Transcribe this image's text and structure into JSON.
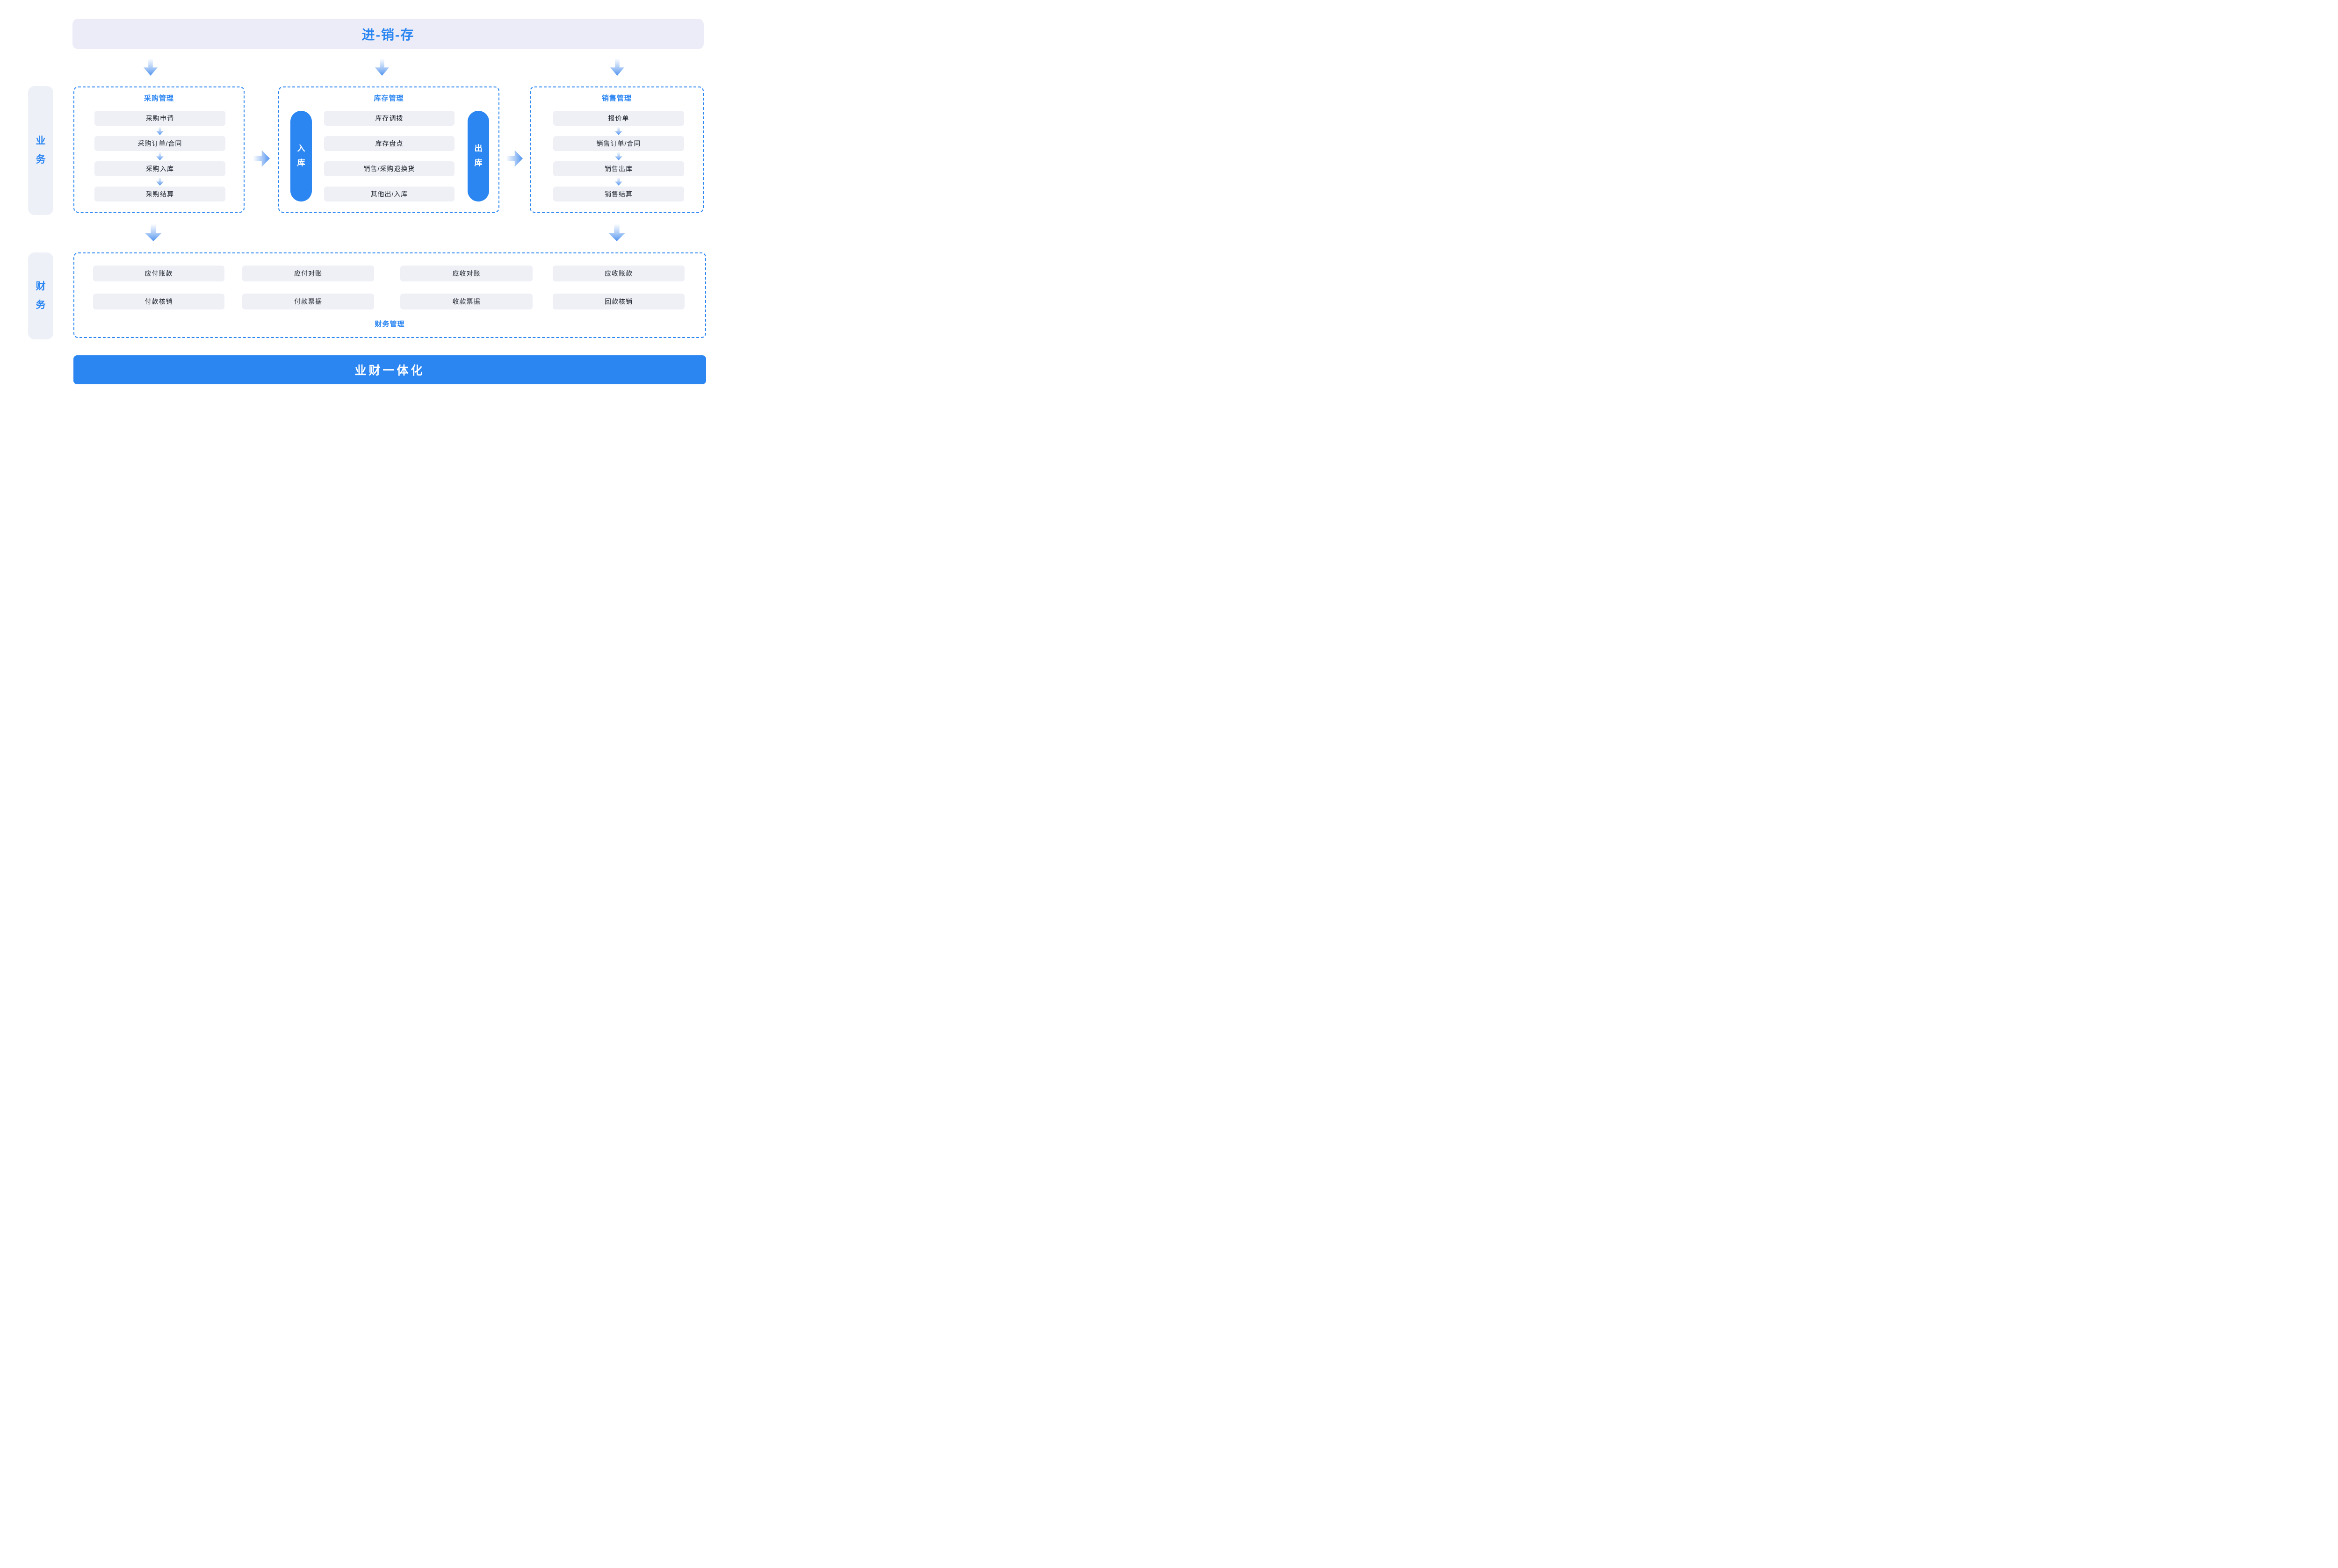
{
  "colors": {
    "accent": "#2b86f2",
    "chip_bg": "#eef0f6",
    "banner_bg": "#ebecf7",
    "side_bg": "#eef0f8",
    "text_dark": "#1c2029",
    "arrow_blue": "#4f93f0"
  },
  "top_banner": {
    "title": "进-销-存"
  },
  "side_labels": {
    "business": "业务",
    "finance": "财务"
  },
  "business_boxes": [
    {
      "title": "采购管理",
      "items": [
        "采购申请",
        "采购订单/合同",
        "采购入库",
        "采购结算"
      ]
    },
    {
      "title": "库存管理",
      "items": [
        "库存调拨",
        "库存盘点",
        "销售/采购退换货",
        "其他出/入库"
      ],
      "left_pill": "入库",
      "right_pill": "出库"
    },
    {
      "title": "销售管理",
      "items": [
        "报价单",
        "销售订单/合同",
        "销售出库",
        "销售结算"
      ]
    }
  ],
  "finance_box": {
    "title": "财务管理",
    "columns": [
      [
        "应付账款",
        "付款核销"
      ],
      [
        "应付对账",
        "付款票据"
      ],
      [
        "应收对账",
        "收款票据"
      ],
      [
        "应收账款",
        "回款核销"
      ]
    ]
  },
  "bottom_banner": {
    "title": "业财一体化"
  }
}
